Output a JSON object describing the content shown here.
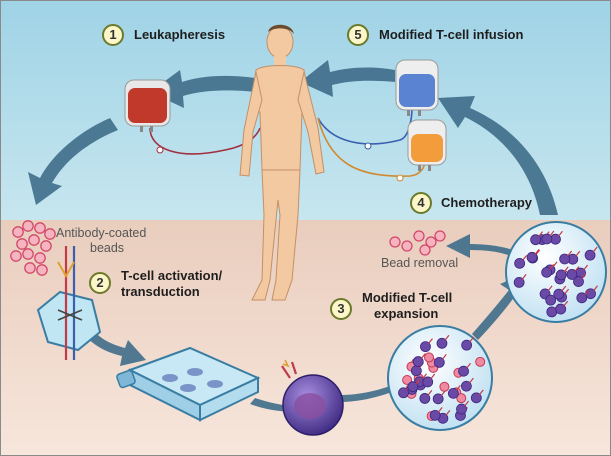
{
  "steps": [
    {
      "number": "1",
      "label": "Leukapheresis"
    },
    {
      "number": "2",
      "label_line1": "T-cell activation/",
      "label_line2": "transduction"
    },
    {
      "number": "3",
      "label_line1": "Modified T-cell",
      "label_line2": "expansion"
    },
    {
      "number": "4",
      "label": "Chemotherapy"
    },
    {
      "number": "5",
      "label": "Modified T-cell infusion"
    }
  ],
  "annotations": {
    "beads_line1": "Antibody-coated",
    "beads_line2": "beads",
    "bead_removal": "Bead removal"
  },
  "colors": {
    "sky": "#a8d8e8",
    "ground": "#f0d8c8",
    "arrow": "#3f6d8a",
    "skin": "#f3c9a2",
    "blood_bag": "#c0392b",
    "tcell_bag": "#5a84d2",
    "chemo_bag": "#f39c3c",
    "bead": "#e8607a",
    "tcell": "#6a4aa6"
  }
}
